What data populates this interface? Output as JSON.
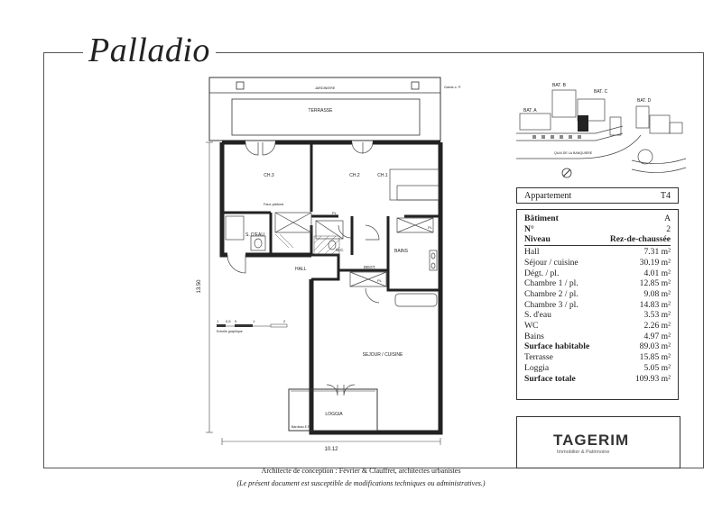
{
  "title": "Palladio",
  "plan": {
    "rooms": {
      "jardiniere": "JARDINIERE",
      "terrasse": "TERRASSE",
      "ch3": "CH.3",
      "ch2": "CH.2",
      "ch1": "CH.1",
      "faux_plafond": "Faux-plafond",
      "sdeau": "S. D'EAU",
      "wc": "W.C",
      "degt": "DEGT.",
      "bains": "BAINS",
      "hall": "HALL",
      "sejour": "SEJOUR / CUISINE",
      "loggia": "LOGGIA",
      "pl": "PL",
      "garde_corps": "Garde-c. P.",
      "bardeau": "Bardeau E.P."
    },
    "dims": {
      "width": "10.12",
      "depth": "13.50"
    },
    "scale": {
      "ticks": [
        "1",
        "0,5",
        "0",
        "1",
        "2"
      ],
      "label": "Echelle graphique"
    }
  },
  "site": {
    "bat_a": "BAT. A",
    "bat_b": "BAT. B",
    "bat_c": "BAT. C",
    "bat_d": "BAT. D",
    "quai": "QUAI DE LA BANQUIERE"
  },
  "apartment": {
    "label": "Appartement",
    "type": "T4"
  },
  "details": {
    "batiment": {
      "label": "Bâtiment",
      "value": "A"
    },
    "numero": {
      "label": "N°",
      "value": "2"
    },
    "niveau": {
      "label": "Niveau",
      "value": "Rez-de-chaussée"
    },
    "areas": [
      {
        "label": "Hall",
        "value": "7.31 m²"
      },
      {
        "label": "Séjour / cuisine",
        "value": "30.19 m²"
      },
      {
        "label": "Dégt. / pl.",
        "value": "4.01 m²"
      },
      {
        "label": "Chambre 1 / pl.",
        "value": "12.85 m²"
      },
      {
        "label": "Chambre 2 / pl.",
        "value": "9.08 m²"
      },
      {
        "label": "Chambre 3 / pl.",
        "value": "14.83 m²"
      },
      {
        "label": "S. d'eau",
        "value": "3.53 m²"
      },
      {
        "label": "WC",
        "value": "2.26 m²"
      },
      {
        "label": "Bains",
        "value": "4.97 m²"
      }
    ],
    "surface_habitable": {
      "label": "Surface habitable",
      "value": "89.03 m²"
    },
    "terrasse": {
      "label": "Terrasse",
      "value": "15.85 m²"
    },
    "loggia": {
      "label": "Loggia",
      "value": "5.05 m²"
    },
    "surface_totale": {
      "label": "Surface totale",
      "value": "109.93 m²"
    }
  },
  "logo": {
    "name": "TAGERIM",
    "tagline": "Immobilier & Patrimoine"
  },
  "credits": {
    "architect": "Architecte de conception : Février & Clauffret, architectes urbanistes",
    "disclaimer": "(Le présent document est susceptible de modifications techniques ou administratives.)"
  }
}
